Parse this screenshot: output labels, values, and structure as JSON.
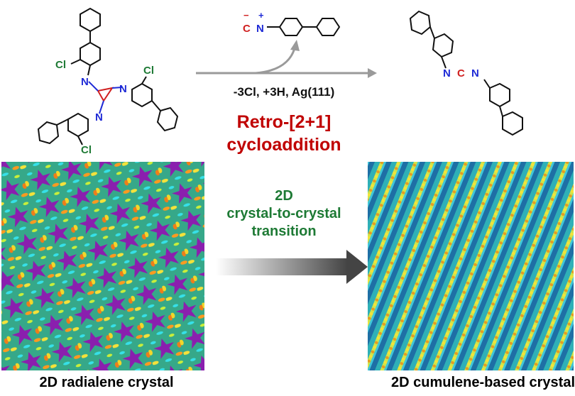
{
  "colors": {
    "red": "#c00000",
    "green": "#1e7a35",
    "blue": "#1f2bd6",
    "purple": "#7a1aa8"
  },
  "reaction": {
    "conditions": "-3Cl, +3H, Ag(111)",
    "name_line1": "Retro-[2+1]",
    "name_line2": "cycloaddition"
  },
  "transition": {
    "line1": "2D",
    "line2": "crystal-to-crystal",
    "line3": "transition"
  },
  "captions": {
    "left": "2D radialene crystal",
    "right": "2D cumulene-based crystal"
  },
  "atoms": {
    "chlorine": "Cl",
    "nitrogen": "N",
    "carbon": "C",
    "isocyanide_label": "N",
    "isocyanide_carbon": "C",
    "plus": "+",
    "minus": "−"
  }
}
